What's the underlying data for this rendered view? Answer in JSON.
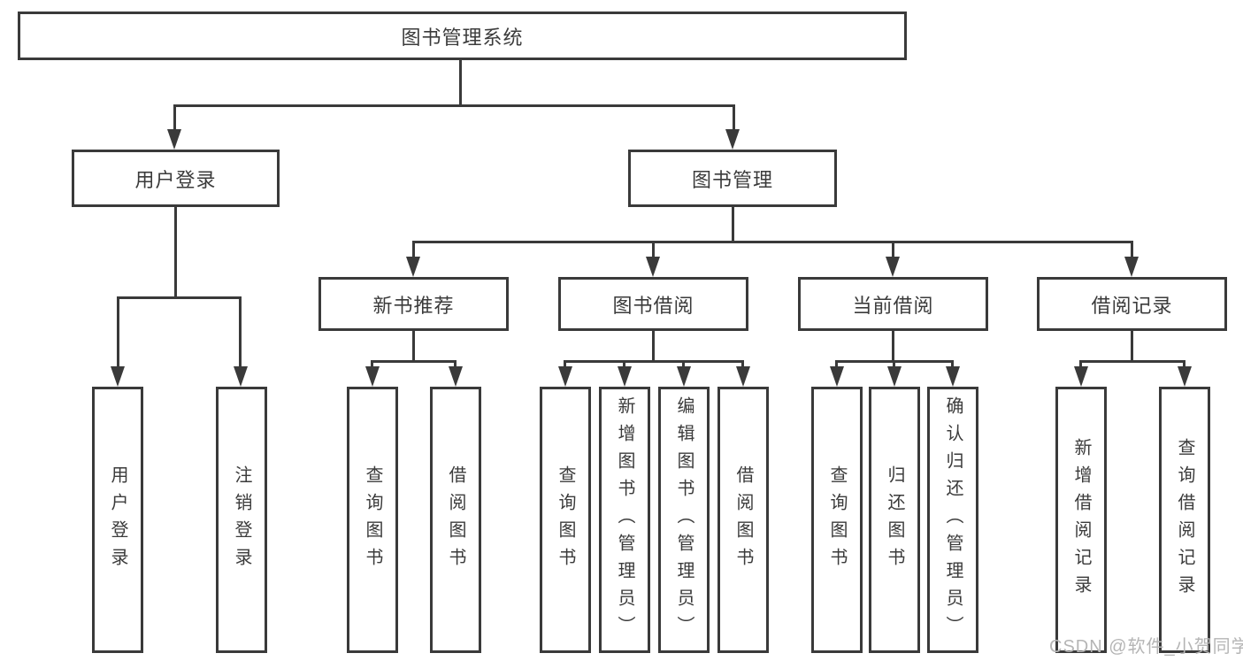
{
  "diagram": {
    "root": {
      "label": "图书管理系统"
    },
    "level2": [
      {
        "label": "用户登录"
      },
      {
        "label": "图书管理"
      }
    ],
    "level3": [
      {
        "label": "新书推荐",
        "parent": "图书管理"
      },
      {
        "label": "图书借阅",
        "parent": "图书管理"
      },
      {
        "label": "当前借阅",
        "parent": "图书管理"
      },
      {
        "label": "借阅记录",
        "parent": "图书管理"
      }
    ],
    "leaves": [
      {
        "label": "用户登录",
        "parent": "用户登录"
      },
      {
        "label": "注销登录",
        "parent": "用户登录"
      },
      {
        "label": "查询图书",
        "parent": "新书推荐"
      },
      {
        "label": "借阅图书",
        "parent": "新书推荐"
      },
      {
        "label": "查询图书",
        "parent": "图书借阅"
      },
      {
        "label": "新增图书（管理员）",
        "parent": "图书借阅"
      },
      {
        "label": "编辑图书（管理员）",
        "parent": "图书借阅"
      },
      {
        "label": "借阅图书",
        "parent": "图书借阅"
      },
      {
        "label": "查询图书",
        "parent": "当前借阅"
      },
      {
        "label": "归还图书",
        "parent": "当前借阅"
      },
      {
        "label": "确认归还（管理员）",
        "parent": "当前借阅"
      },
      {
        "label": "新增借阅记录",
        "parent": "借阅记录"
      },
      {
        "label": "查询借阅记录",
        "parent": "借阅记录"
      }
    ]
  },
  "watermark": {
    "text": "CSDN @软件_小贺同学"
  },
  "colors": {
    "background": "#ffffff",
    "line": "#3a3a3a",
    "text": "#3b3b3b",
    "watermark": "#b5b5b5"
  }
}
